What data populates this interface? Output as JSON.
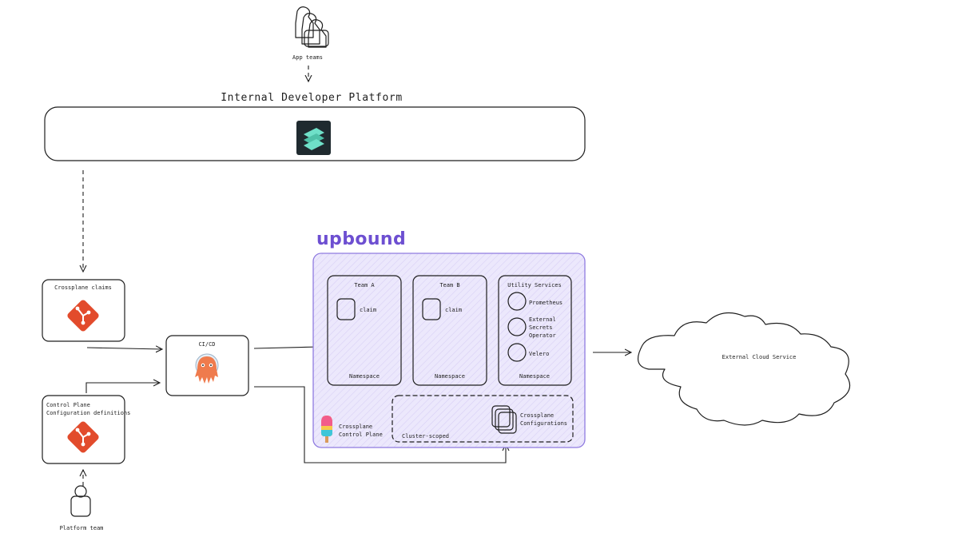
{
  "app_teams": {
    "label": "App teams"
  },
  "platform": {
    "title": "Internal Developer Platform"
  },
  "brand": {
    "name": "upbound",
    "color": "#6d4fd1"
  },
  "crossplane_claims": {
    "label": "Crossplane claims"
  },
  "control_plane_config": {
    "line1": "Control Plane",
    "line2": "Configuration definitions"
  },
  "platform_team": {
    "label": "Platform team"
  },
  "cicd": {
    "label": "CI/CD"
  },
  "team_a": {
    "title": "Team A",
    "claim": "claim",
    "footer": "Namespace"
  },
  "team_b": {
    "title": "Team B",
    "claim": "claim",
    "footer": "Namespace"
  },
  "utility": {
    "title": "Utility Services",
    "services": [
      "Prometheus",
      "External",
      "Secrets",
      "Operator",
      "Velero"
    ],
    "footer": "Namespace"
  },
  "cluster_scoped": {
    "label": "Cluster-scoped",
    "configs_line1": "Crossplane",
    "configs_line2": "Configurations"
  },
  "control_plane": {
    "line1": "Crossplane",
    "line2": "Control Plane"
  },
  "external_cloud": {
    "label": "External Cloud Service"
  },
  "icons": {
    "git": "git-logo-icon",
    "backstage": "backstage-logo-icon",
    "argo": "argo-octopus-icon",
    "crossplane": "crossplane-popsicle-icon",
    "people": "people-icon",
    "person": "person-icon"
  },
  "colors": {
    "git": "#e24b2c",
    "panel_fill": "#e9e4fb",
    "panel_stroke": "#8f7be0",
    "backstage_bg": "#1f2a2f",
    "backstage_accent": "#6fe0c8"
  }
}
